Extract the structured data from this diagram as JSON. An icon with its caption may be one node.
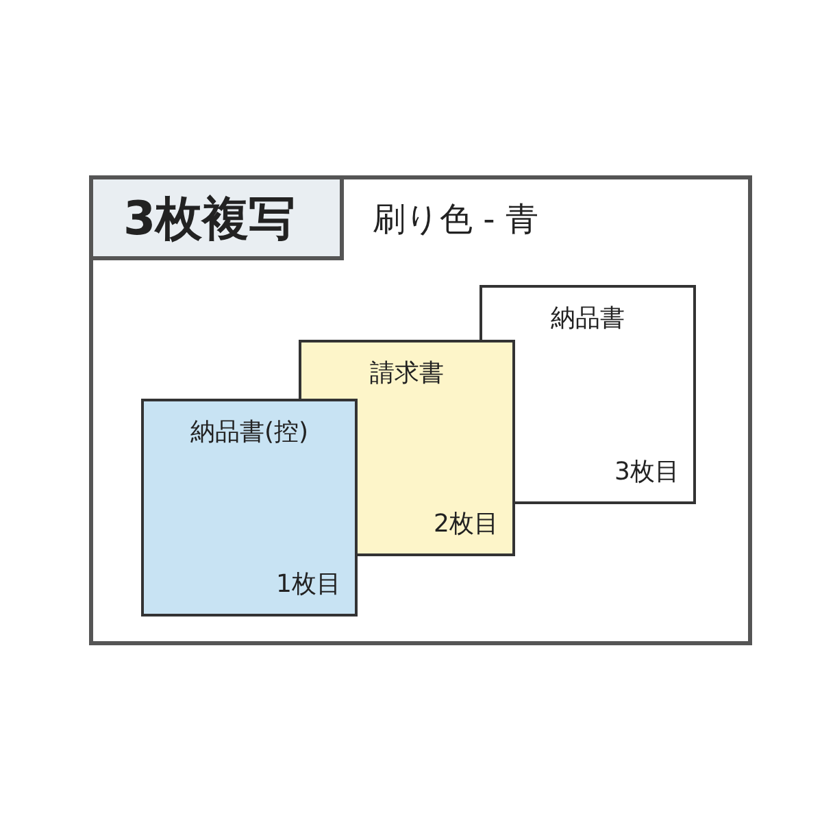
{
  "diagram": {
    "nodes": [
      {
        "text": [],
        "shape": "box"
      },
      {
        "text": [
          "3枚複写"
        ],
        "in": 0
      },
      {
        "text": [
          "納品書",
          "3枚目"
        ],
        "in": 0
      },
      {
        "text": [
          "請求書",
          "2枚目"
        ],
        "in": 0
      },
      {
        "text": [
          "納品書(控)",
          "1枚目"
        ],
        "in": 0
      }
    ],
    "labels": [
      "刷り色 - 青"
    ]
  }
}
